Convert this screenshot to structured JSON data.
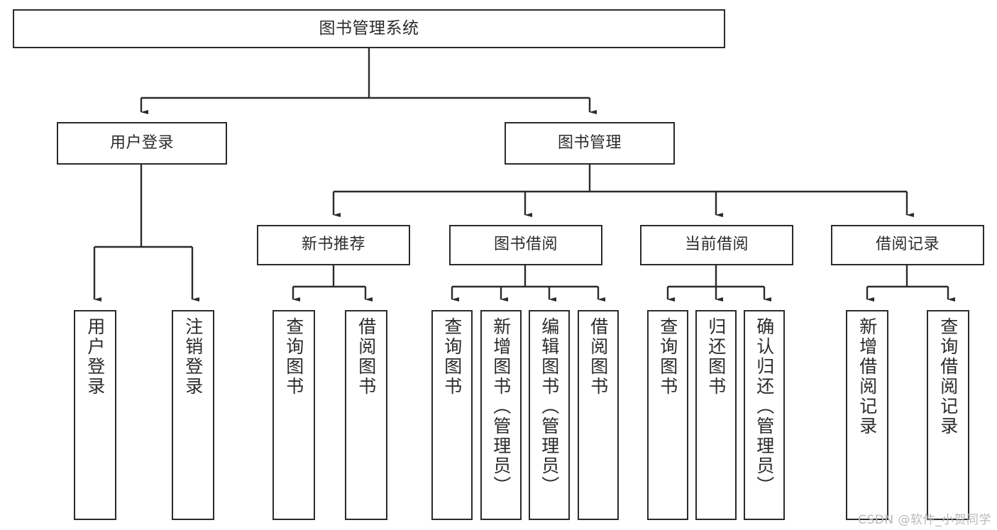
{
  "diagram": {
    "title": "图书管理系统",
    "type": "tree-hierarchy-diagram",
    "stroke_color": "#2b2b2b",
    "background_color": "#ffffff"
  },
  "root": {
    "label": "图书管理系统"
  },
  "level2": [
    {
      "label": "用户登录"
    },
    {
      "label": "图书管理"
    }
  ],
  "level3": [
    {
      "label": "新书推荐"
    },
    {
      "label": "图书借阅"
    },
    {
      "label": "当前借阅"
    },
    {
      "label": "借阅记录"
    }
  ],
  "leaves": {
    "user_login": [
      {
        "label": "用户登录"
      },
      {
        "label": "注销登录"
      }
    ],
    "new_book_recommend": [
      {
        "label": "查询图书"
      },
      {
        "label": "借阅图书"
      }
    ],
    "book_borrow": [
      {
        "label": "查询图书"
      },
      {
        "label": "新增图书（管理员）"
      },
      {
        "label": "编辑图书（管理员）"
      },
      {
        "label": "借阅图书"
      }
    ],
    "current_borrow": [
      {
        "label": "查询图书"
      },
      {
        "label": "归还图书"
      },
      {
        "label": "确认归还（管理员）"
      }
    ],
    "borrow_record": [
      {
        "label": "新增借阅记录"
      },
      {
        "label": "查询借阅记录"
      }
    ]
  },
  "watermark": {
    "text": "CSDN @软件_小贺同学"
  },
  "chart_data": {
    "type": "table",
    "title": "图书管理系统",
    "hierarchy": [
      {
        "label": "图书管理系统",
        "level": 1,
        "children": [
          {
            "label": "用户登录",
            "level": 2,
            "children": [
              {
                "label": "用户登录",
                "level": 3
              },
              {
                "label": "注销登录",
                "level": 3
              }
            ]
          },
          {
            "label": "图书管理",
            "level": 2,
            "children": [
              {
                "label": "新书推荐",
                "level": 3,
                "children": [
                  {
                    "label": "查询图书",
                    "level": 4
                  },
                  {
                    "label": "借阅图书",
                    "level": 4
                  }
                ]
              },
              {
                "label": "图书借阅",
                "level": 3,
                "children": [
                  {
                    "label": "查询图书",
                    "level": 4
                  },
                  {
                    "label": "新增图书（管理员）",
                    "level": 4
                  },
                  {
                    "label": "编辑图书（管理员）",
                    "level": 4
                  },
                  {
                    "label": "借阅图书",
                    "level": 4
                  }
                ]
              },
              {
                "label": "当前借阅",
                "level": 3,
                "children": [
                  {
                    "label": "查询图书",
                    "level": 4
                  },
                  {
                    "label": "归还图书",
                    "level": 4
                  },
                  {
                    "label": "确认归还（管理员）",
                    "level": 4
                  }
                ]
              },
              {
                "label": "借阅记录",
                "level": 3,
                "children": [
                  {
                    "label": "新增借阅记录",
                    "level": 4
                  },
                  {
                    "label": "查询借阅记录",
                    "level": 4
                  }
                ]
              }
            ]
          }
        ]
      }
    ]
  }
}
